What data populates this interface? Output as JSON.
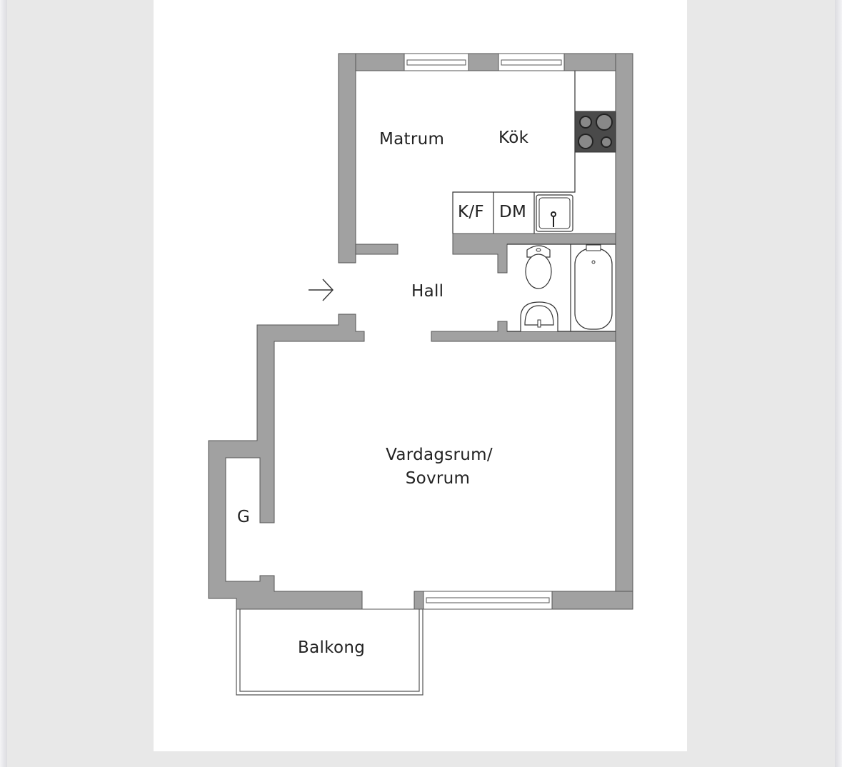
{
  "floorplan": {
    "rooms": {
      "matrum": "Matrum",
      "kok": "Kök",
      "hall": "Hall",
      "vardagsrum_line1": "Vardagsrum/",
      "vardagsrum_line2": "Sovrum",
      "balkong": "Balkong",
      "garderob": "G"
    },
    "appliances": {
      "fridge_freezer": "K/F",
      "dishwasher": "DM"
    },
    "icons": [
      "entrance-arrow-icon",
      "stove-icon",
      "sink-icon",
      "toilet-icon",
      "washbasin-icon",
      "bathtub-icon",
      "window-icon"
    ],
    "colors": {
      "wall": "#a1a1a1",
      "stove": "#4a4a4a",
      "background": "#e8e8e8",
      "sheet": "#ffffff"
    }
  }
}
